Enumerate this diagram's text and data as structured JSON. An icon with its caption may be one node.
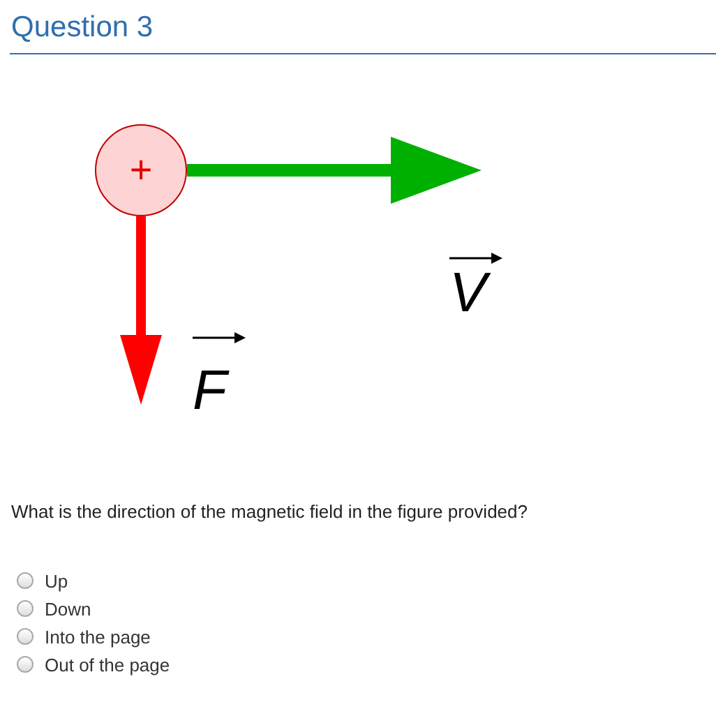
{
  "diagram": {
    "title": "Question 3",
    "nodes": [
      {
        "text": [
          "+"
        ]
      }
    ],
    "edges": [],
    "labels": [
      "V",
      "F",
      "What is the direction of the magnetic field in the figure provided?",
      "Up",
      "Down",
      "Into the page",
      "Out of the page"
    ]
  }
}
